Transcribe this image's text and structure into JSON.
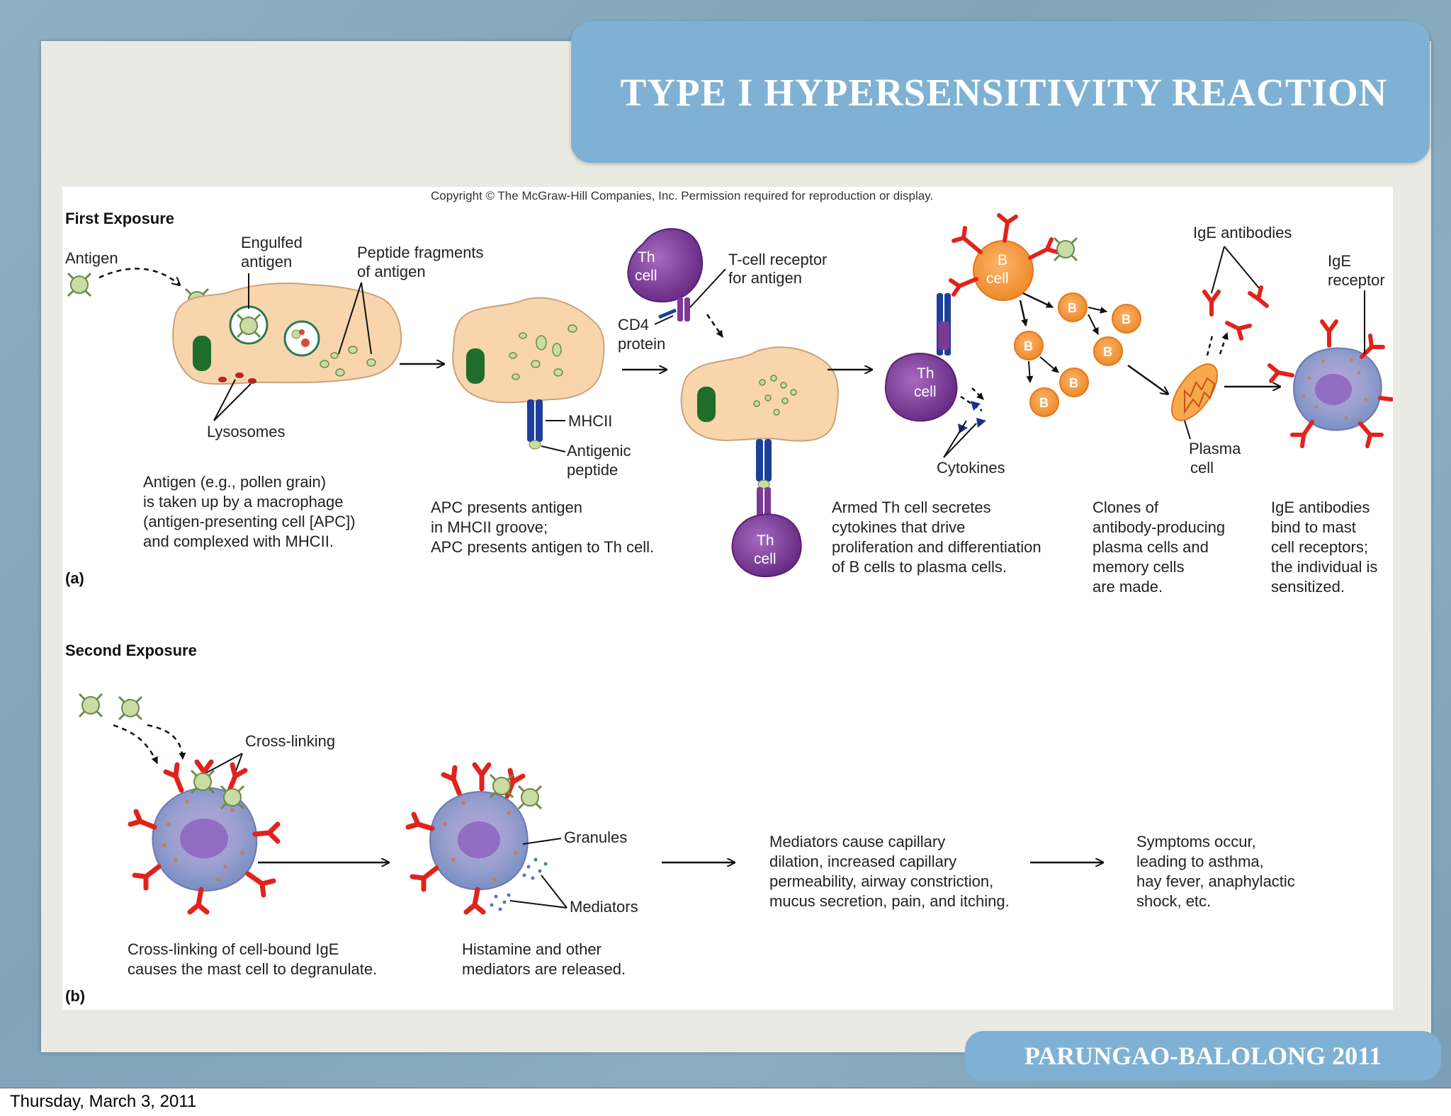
{
  "slide": {
    "title": "TYPE I HYPERSENSITIVITY REACTION",
    "footer": "PARUNGAO-BALOLONG 2011",
    "date": "Thursday, March 3, 2011"
  },
  "figure": {
    "copyright": "Copyright © The McGraw-Hill Companies, Inc. Permission required for reproduction or display.",
    "first_exposure": {
      "heading": "First Exposure",
      "panel_label": "(a)",
      "labels": {
        "antigen": "Antigen",
        "engulfed_1": "Engulfed",
        "engulfed_2": "antigen",
        "peptide_1": "Peptide fragments",
        "peptide_2": "of antigen",
        "lysosomes": "Lysosomes",
        "mhcii": "MHCII",
        "antigenic_1": "Antigenic",
        "antigenic_2": "peptide",
        "tcr_1": "T-cell receptor",
        "tcr_2": "for antigen",
        "cd4_1": "CD4",
        "cd4_2": "protein",
        "th": "Th",
        "cell": "cell",
        "b": "B",
        "cytokines": "Cytokines",
        "ige_antibodies": "IgE antibodies",
        "ige_receptor_1": "IgE",
        "ige_receptor_2": "receptor",
        "plasma_1": "Plasma",
        "plasma_2": "cell"
      },
      "captions": {
        "c1": [
          "Antigen (e.g., pollen grain)",
          "is taken up by a macrophage",
          "(antigen-presenting cell [APC])",
          "and complexed with MHCII."
        ],
        "c2": [
          "APC presents antigen",
          "in MHCII groove;",
          "APC presents antigen to Th cell."
        ],
        "c3": [
          "Armed Th cell secretes",
          "cytokines that drive",
          "proliferation and differentiation",
          "of B cells to plasma cells."
        ],
        "c4": [
          "Clones of",
          "antibody-producing",
          "plasma cells and",
          "memory cells",
          "are made."
        ],
        "c5": [
          "IgE antibodies",
          "bind to mast",
          "cell receptors;",
          "the individual is",
          "sensitized."
        ]
      }
    },
    "second_exposure": {
      "heading": "Second Exposure",
      "panel_label": "(b)",
      "labels": {
        "cross_linking": "Cross-linking",
        "granules": "Granules",
        "mediators": "Mediators"
      },
      "captions": {
        "c1": [
          "Cross-linking of cell-bound IgE",
          "causes the mast cell to degranulate."
        ],
        "c2": [
          "Histamine and other",
          "mediators are released."
        ],
        "c3": [
          "Mediators cause capillary",
          "dilation, increased capillary",
          "permeability, airway constriction,",
          "mucus secretion, pain, and itching."
        ],
        "c4": [
          "Symptoms occur,",
          "leading to asthma,",
          "hay fever, anaphylactic",
          "shock, etc."
        ]
      }
    }
  },
  "colors": {
    "slide_bg": "#8aabc0",
    "title_box": "#7fb1d4",
    "apc": "#f9d5ae",
    "th_cell": "#7b3a96",
    "b_cell": "#f39a3d",
    "ige": "#e0231c",
    "antigen": "#c9dca4"
  }
}
